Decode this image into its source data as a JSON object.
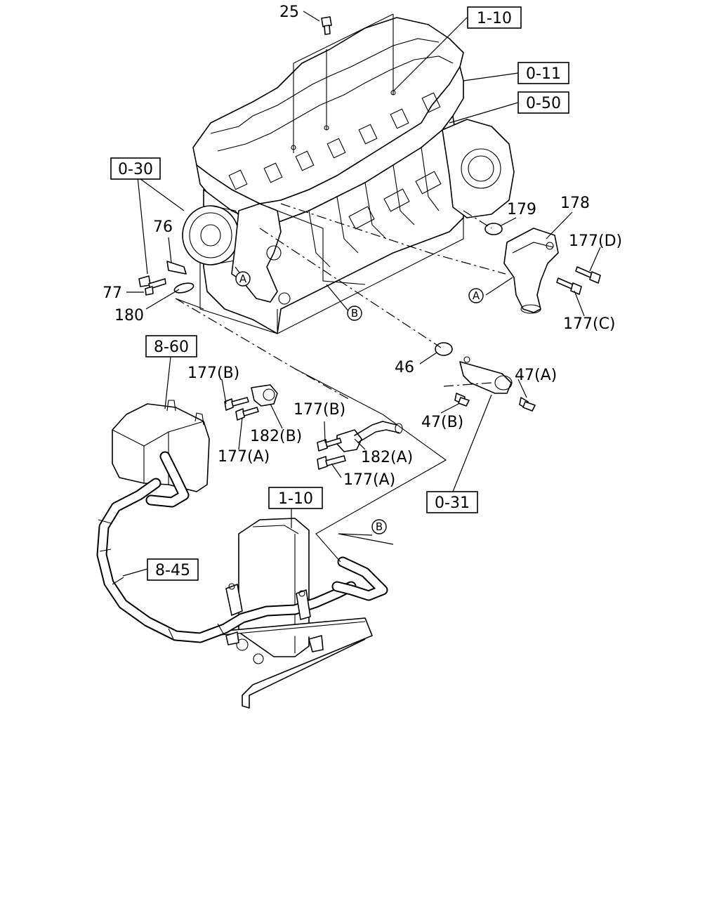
{
  "diagram": {
    "ref_boxes": {
      "r_1_10_top": "1-10",
      "r_0_11": "0-11",
      "r_0_50": "0-50",
      "r_0_30": "0-30",
      "r_8_60": "8-60",
      "r_0_31": "0-31",
      "r_1_10_bottom": "1-10",
      "r_8_45": "8-45"
    },
    "part_numbers": {
      "p25": "25",
      "p76": "76",
      "p77": "77",
      "p180": "180",
      "p179": "179",
      "p178": "178",
      "p177d": "177(D)",
      "p177c": "177(C)",
      "p46": "46",
      "p47a": "47(A)",
      "p47b": "47(B)",
      "p177b_1": "177(B)",
      "p182b": "182(B)",
      "p177a_1": "177(A)",
      "p177b_2": "177(B)",
      "p182a": "182(A)",
      "p177a_2": "177(A)"
    },
    "callouts": {
      "a_engine": "A",
      "a_outlet": "A",
      "b_engine": "B",
      "b_pipe": "B"
    }
  }
}
